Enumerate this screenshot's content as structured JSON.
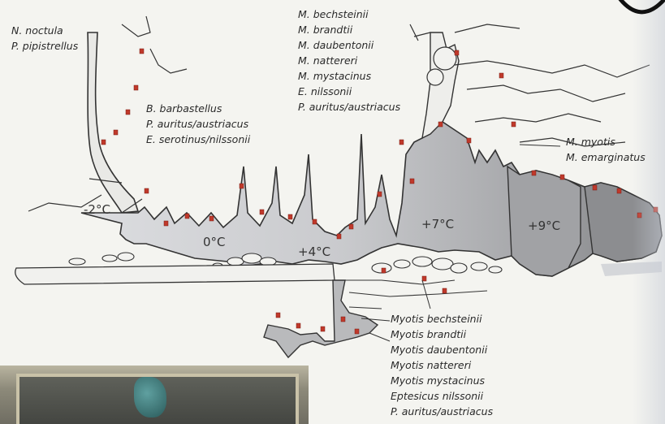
{
  "labels": {
    "top_left": [
      "N. noctula",
      "P. pipistrellus"
    ],
    "top_center": [
      "M. bechsteinii",
      "M. brandtii",
      "M. daubentonii",
      "M. nattereri",
      "M. mystacinus",
      "E. nilssonii",
      "P. auritus/austriacus"
    ],
    "mid_left": [
      "B. barbastellus",
      "P. auritus/austriacus",
      "E. serotinus/nilssonii"
    ],
    "right": [
      "M. myotis",
      "M. emarginatus"
    ],
    "bottom": [
      "Myotis bechsteinii",
      "Myotis brandtii",
      "Myotis daubentonii",
      "Myotis nattereri",
      "Myotis mystacinus",
      "Eptesicus nilssonii",
      "P. auritus/austriacus"
    ]
  },
  "temperatures": {
    "t1": "-2°C",
    "t2": "0°C",
    "t3": "+4°C",
    "t4": "+7°C",
    "t5": "+9°C"
  },
  "colors": {
    "cave_light": "#d3d4d6",
    "cave_mid": "#b9babc",
    "cave_dark": "#8e8f92",
    "outline": "#333333",
    "bat_marker": "#c0392b"
  }
}
